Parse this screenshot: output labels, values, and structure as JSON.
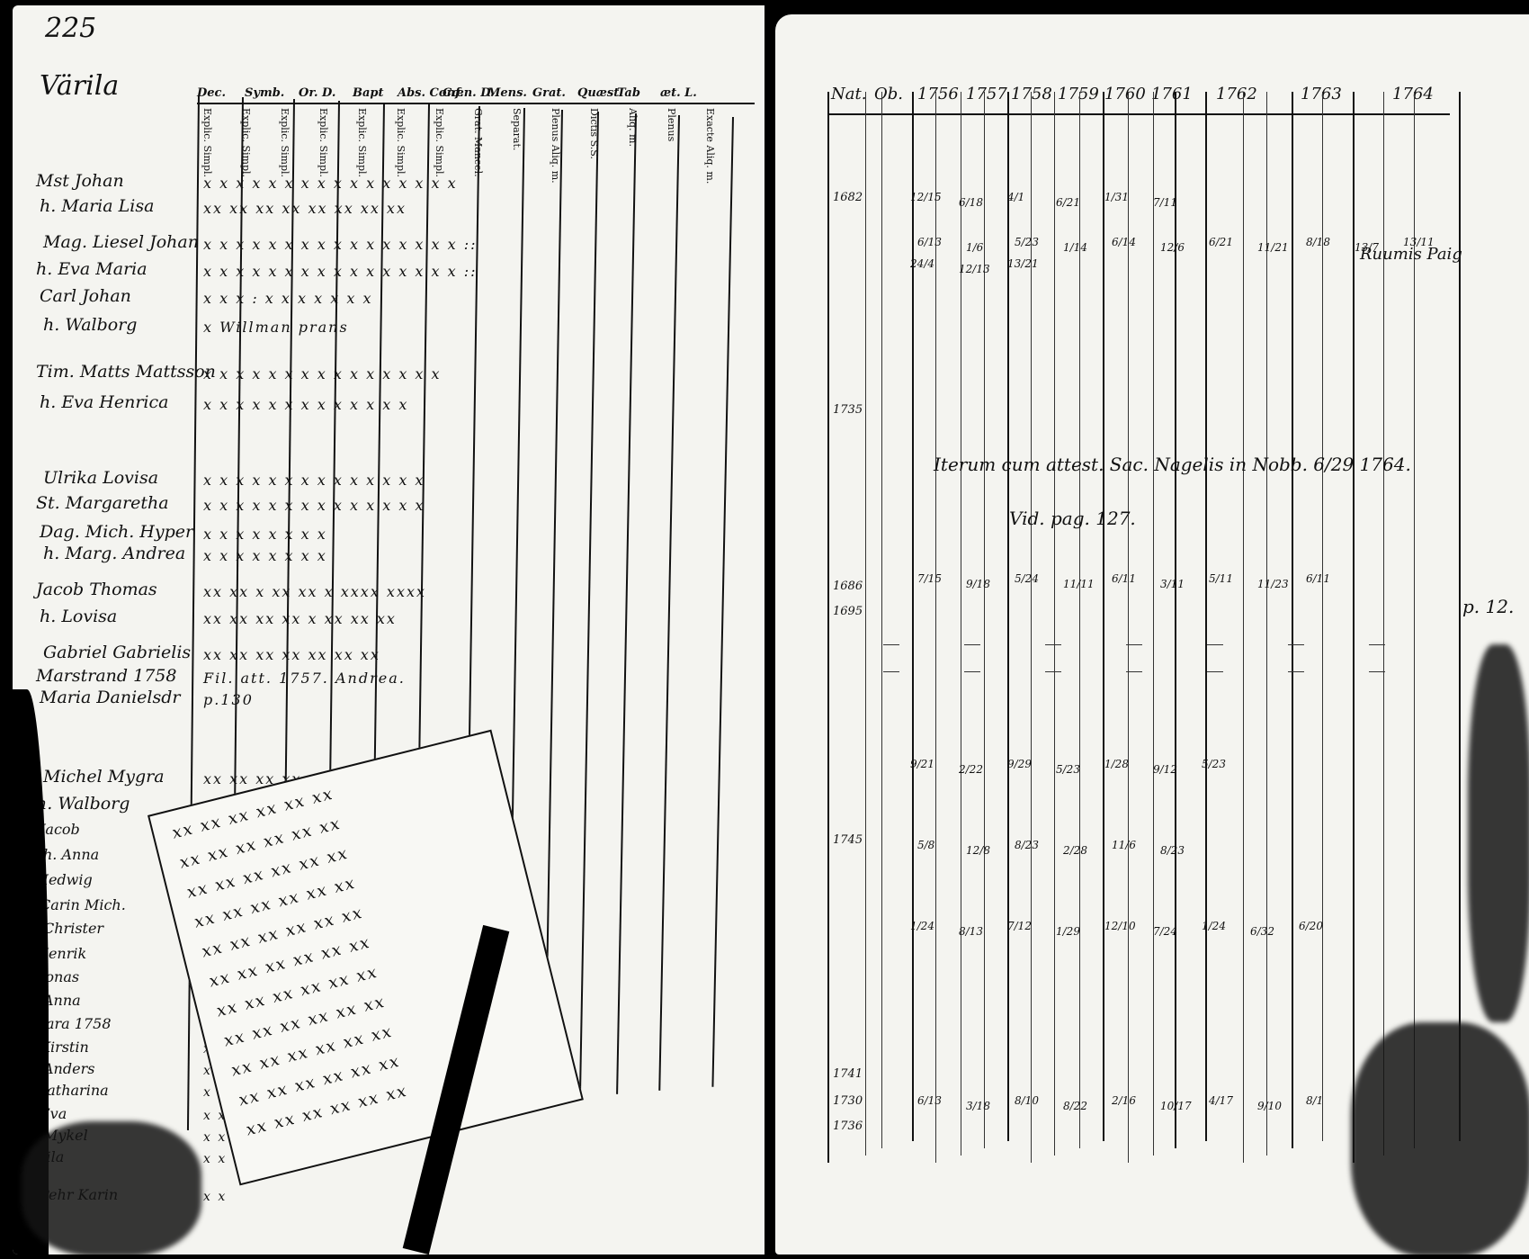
{
  "left_page": {
    "page_number": "225",
    "village": "Värila",
    "column_headers": [
      "Dec.",
      "Symb.",
      "Or. D.",
      "Bapt",
      "Abs. Conf.",
      "Cœn. D.",
      "Mens.",
      "Grat.",
      "Quæst",
      "Tab",
      "æt. L."
    ],
    "sub_headers": [
      "Explic. Simpl.",
      "Explic. Simpl.",
      "Explic. Simpl.",
      "Explic. Simpl.",
      "Explic. Simpl.",
      "Explic. Simpl.",
      "Explic. Simpl.",
      "Grat. Mancel.",
      "Separat.",
      "Plenus Aliq. m.",
      "Dictis S.S.",
      "Aliq. m.",
      "Plenus",
      "Exacte Aliq. m."
    ],
    "rows": [
      {
        "name": "Mst Johan",
        "marks": "x x   x x   x x   x x   x x   x x   x x   x x"
      },
      {
        "name": "h. Maria Lisa",
        "marks": "xx xx  xx  xx  xx  xx  xx  xx"
      },
      {
        "name": "Mag. Liesel Johan",
        "marks": "x x x x  x x x x  x x x x  x x x x ::"
      },
      {
        "name": "h. Eva Maria",
        "marks": "x x x x  x x x x  x x x x  x x x x ::"
      },
      {
        "name": "Carl Johan",
        "marks": "x x x :  x  x x x  x  x x"
      },
      {
        "name": "h. Walborg",
        "marks": "x Willman prans"
      },
      {
        "name": "Tim. Matts Mattsson",
        "marks": "x x   x x   x x   x x   x x   x x x  x x"
      },
      {
        "name": "h. Eva Henrica",
        "marks": "x x   x x   x x   x x   x x x  x x"
      },
      {
        "name": "Ulrika Lovisa",
        "marks": "x x x  x x  x x  x x  x x x  x x"
      },
      {
        "name": "St. Margaretha",
        "marks": "x x  x x x  x x  x x  x x  x x x"
      },
      {
        "name": "Dag. Mich. Hyper",
        "marks": "x x  x x x  x  x x"
      },
      {
        "name": "h. Marg. Andrea",
        "marks": "x x  x x  x x  x x"
      },
      {
        "name": "Jacob Thomas",
        "marks": "xx xx x  xx xx x  xxxx xxxx"
      },
      {
        "name": "h. Lovisa",
        "marks": "xx xx  xx xx x  xx xx xx"
      },
      {
        "name": "Gabriel Gabrielis",
        "marks": "xx xx  xx xx  xx  xx xx"
      },
      {
        "name": "Marstrand 1758",
        "marks": "Fil. att. 1757. Andrea."
      },
      {
        "name": "Maria Danielsdr",
        "marks": "p.130"
      },
      {
        "name": "Michel Mygra",
        "marks": "xx xx  xx xx x  xx xx xx"
      },
      {
        "name": "h. Walborg",
        "marks": "x x  x x  xx xx"
      },
      {
        "name": "Jacob",
        "marks": "x x x x  x x x x"
      },
      {
        "name": "h. Anna",
        "marks": "x x x  x x x"
      },
      {
        "name": "Hedwig",
        "marks": "xx xx  xx xx"
      },
      {
        "name": "Carin Mich.",
        "marks": "x x  x x x"
      },
      {
        "name": "Christer",
        "marks": "x x  x x"
      },
      {
        "name": "Henrik",
        "marks": "x x  x x"
      },
      {
        "name": "Jonas",
        "marks": "x x"
      },
      {
        "name": "Anna",
        "marks": "x x"
      },
      {
        "name": "Sara 1758",
        "marks": "x x"
      },
      {
        "name": "Kirstin",
        "marks": "x x"
      },
      {
        "name": "Anders",
        "marks": "x x"
      },
      {
        "name": "Catharina",
        "marks": "x x"
      },
      {
        "name": "Eva",
        "marks": "x x"
      },
      {
        "name": "Mykel",
        "marks": "x x"
      },
      {
        "name": "Aila",
        "marks": "x x"
      },
      {
        "name": "Pehr Karin",
        "marks": "x x"
      }
    ]
  },
  "right_page": {
    "year_headers": [
      "Nat.",
      "Ob.",
      "1756",
      "1757",
      "1758",
      "1759",
      "1760",
      "1761",
      "1762",
      "1763",
      "1764"
    ],
    "annotations": {
      "note_1": "Iterum cum attest. Sac. Nagelis in Nobb. 6/29 1764.",
      "note_2": "Vid. pag. 127.",
      "note_3": "p. 12.",
      "note_4": "Ruumis Paig"
    },
    "birth_years": [
      "1682",
      "1735",
      "1686",
      "1695",
      "1745",
      "1741",
      "1730",
      "1736"
    ],
    "entries": [
      {
        "fracs": [
          "12/15",
          "6/18",
          "4/1",
          "6/21",
          "1/31",
          "7/11"
        ]
      },
      {
        "fracs": [
          "6/13",
          "1/6",
          "5/23",
          "1/14",
          "6/14",
          "12/6",
          "6/21",
          "11/21",
          "8/18",
          "13/7",
          "13/11"
        ]
      },
      {
        "fracs": [
          "24/4",
          "12/13",
          "13/21"
        ]
      },
      {
        "fracs": [
          "7/15",
          "9/18",
          "5/24",
          "11/11",
          "6/11",
          "3/11",
          "5/11",
          "11/23",
          "6/11"
        ]
      },
      {
        "fracs": [
          "9/21",
          "2/22",
          "9/29",
          "5/23",
          "1/28",
          "9/12",
          "5/23"
        ]
      },
      {
        "fracs": [
          "5/8",
          "12/8",
          "8/23",
          "2/28",
          "11/6",
          "8/23"
        ]
      },
      {
        "fracs": [
          "1/24",
          "8/13",
          "7/12",
          "1/29",
          "12/10",
          "7/24",
          "1/24",
          "6/32",
          "6/20"
        ]
      },
      {
        "fracs": [
          "6/13",
          "3/18",
          "8/10",
          "8/22",
          "2/16",
          "10/17",
          "4/17",
          "9/10",
          "8/1"
        ]
      }
    ]
  },
  "colors": {
    "paper": "#f4f4f0",
    "ink": "#111111",
    "background": "#000000"
  }
}
